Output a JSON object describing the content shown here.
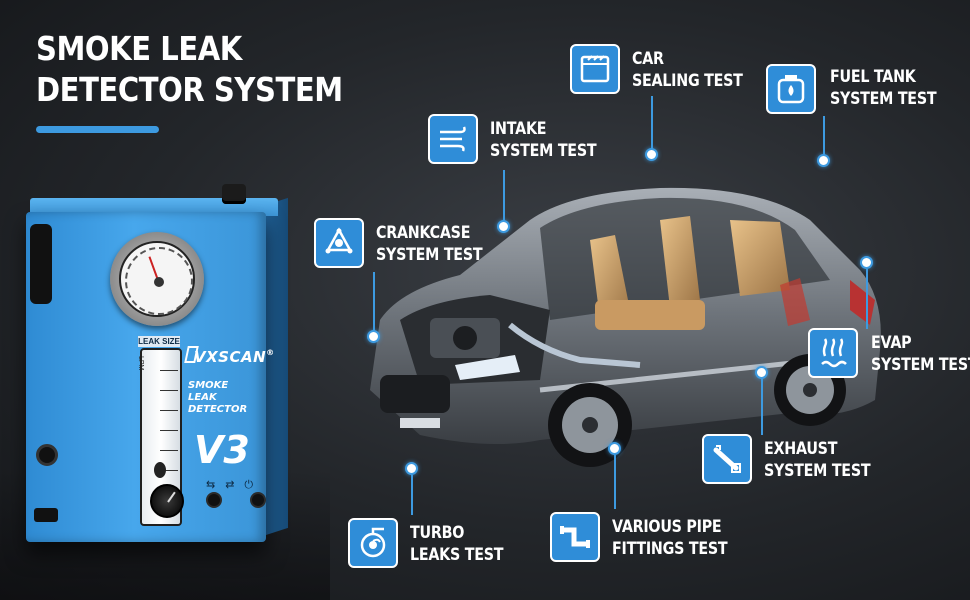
{
  "title": {
    "line1": "SMOKE LEAK",
    "line2": "DETECTOR SYSTEM"
  },
  "accent_color": "#3d9ae0",
  "device": {
    "brand": "VXSCAN",
    "brand_mark": "®",
    "product_line1": "SMOKE",
    "product_line2": "LEAK",
    "product_line3": "DETECTOR",
    "model": "V3",
    "gauge_label": "LEAK SIZE",
    "flow_unit": "LPM"
  },
  "features": [
    {
      "id": "car-sealing",
      "line1": "CAR",
      "line2": "SEALING TEST",
      "icon": "window-icon"
    },
    {
      "id": "fuel-tank",
      "line1": "FUEL TANK",
      "line2": "SYSTEM TEST",
      "icon": "fuel-can-icon"
    },
    {
      "id": "intake",
      "line1": "INTAKE",
      "line2": "SYSTEM TEST",
      "icon": "wind-icon"
    },
    {
      "id": "crankcase",
      "line1": "CRANKCASE",
      "line2": "SYSTEM TEST",
      "icon": "crankshaft-icon"
    },
    {
      "id": "evap",
      "line1": "EVAP",
      "line2": "SYSTEM TEST",
      "icon": "vapor-icon"
    },
    {
      "id": "exhaust",
      "line1": "EXHAUST",
      "line2": "SYSTEM TEST",
      "icon": "exhaust-pipe-icon"
    },
    {
      "id": "turbo",
      "line1": "TURBO",
      "line2": "LEAKS TEST",
      "icon": "turbo-icon"
    },
    {
      "id": "pipe",
      "line1": "VARIOUS PIPE",
      "line2": "FITTINGS TEST",
      "icon": "pipe-fitting-icon"
    }
  ]
}
